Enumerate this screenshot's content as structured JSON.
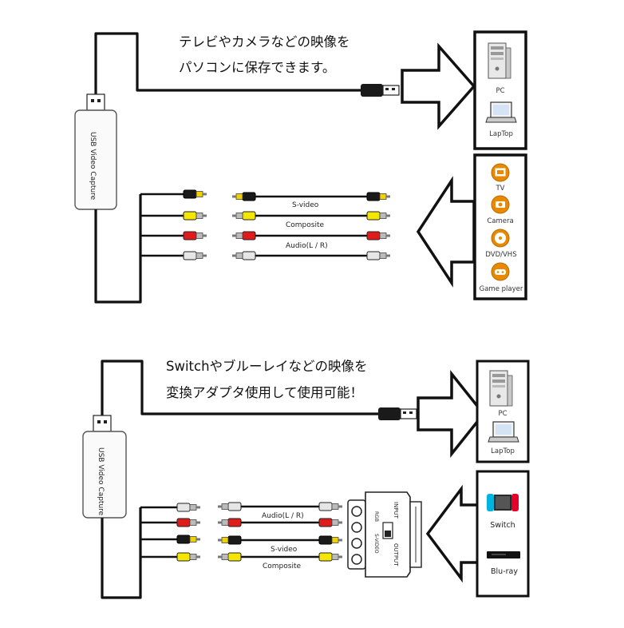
{
  "top": {
    "caption_line1": "テレビやカメラなどの映像を",
    "caption_line2": "パソコンに保存できます。",
    "device_label": "USB Video Capture",
    "cable_labels": [
      "S-video",
      "Composite",
      "Audio(L / R)"
    ],
    "targets": [
      "PC",
      "LapTop"
    ],
    "sources": [
      "TV",
      "Camera",
      "DVD/VHS",
      "Game player"
    ]
  },
  "bottom": {
    "caption_line1": "Switchやブルーレイなどの映像を",
    "caption_line2": "変換アダプタ使用して使用可能！",
    "device_label": "USB Video Capture",
    "cable_labels": [
      "Audio(L / R)",
      "S-video",
      "Composite"
    ],
    "targets": [
      "PC",
      "LapTop"
    ],
    "sources": [
      "Switch",
      "Blu-ray"
    ],
    "adapter_labels": {
      "input": "INPUT",
      "output": "OUTPUT",
      "hdmi_left": "RGB",
      "switch_right": "S-VIDEO"
    }
  },
  "colors": {
    "yellow": "#f4e600",
    "red": "#e01b1b",
    "white": "#e6e6e6",
    "black": "#1a1a1a",
    "switch_red": "#e4002b",
    "switch_blue": "#00b4e0",
    "orange": "#e88a00"
  }
}
